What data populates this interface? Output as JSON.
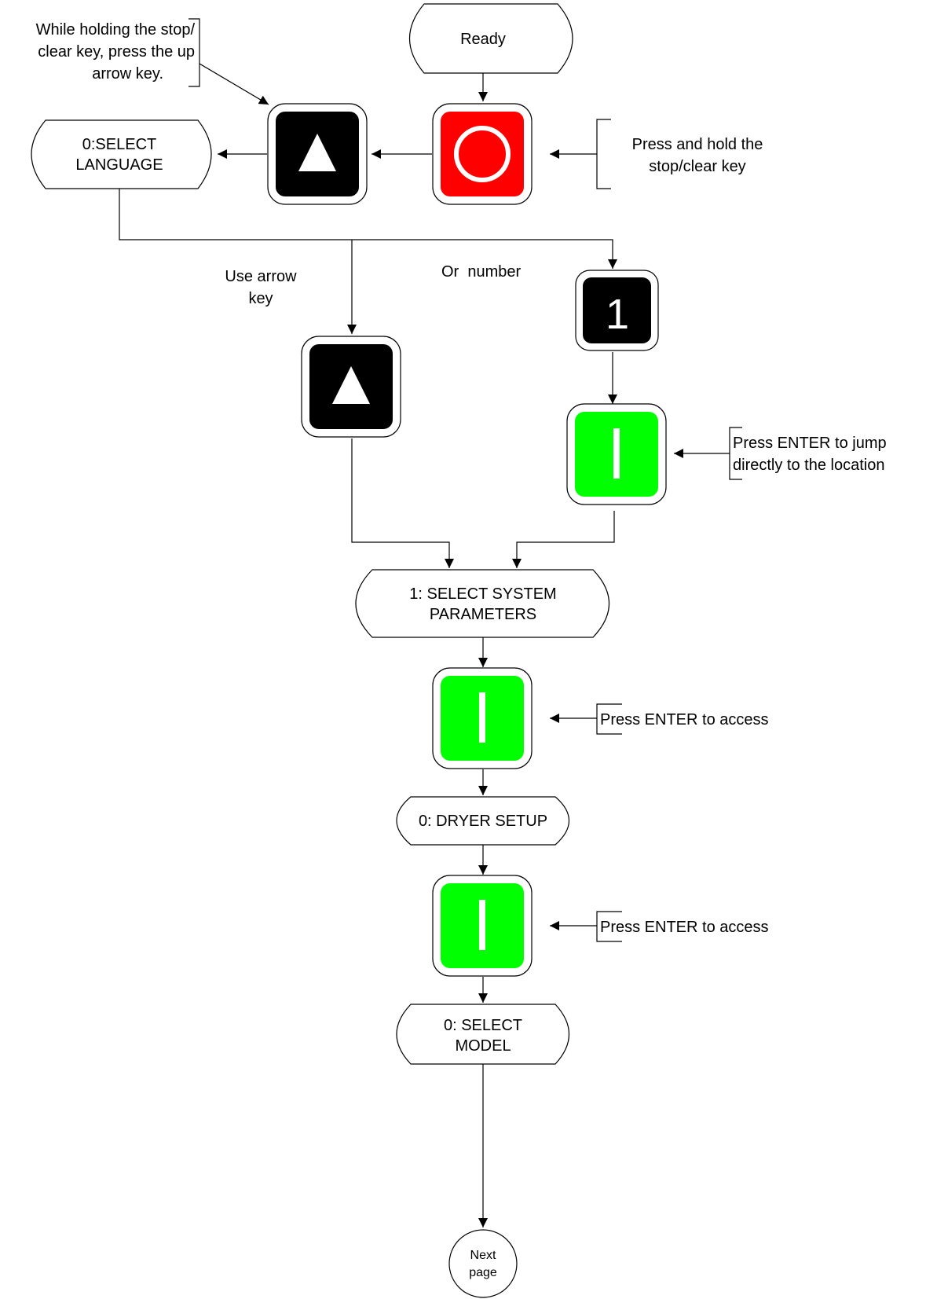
{
  "nodes": {
    "ready": "Ready",
    "select_language": [
      "0:SELECT",
      "LANGUAGE"
    ],
    "select_system_parameters": [
      "1: SELECT SYSTEM",
      "PARAMETERS"
    ],
    "dryer_setup": "0: DRYER SETUP",
    "select_model": [
      "0: SELECT",
      "MODEL"
    ],
    "next_page": [
      "Next",
      "page"
    ]
  },
  "keys": {
    "number_key_label": "1"
  },
  "notes": {
    "hold_up_arrow": [
      "While holding the stop/",
      "clear key, press the up",
      "arrow key."
    ],
    "press_hold_stop": [
      "Press and hold the",
      "stop/clear key"
    ],
    "use_arrow_key": [
      "Use arrow",
      "key"
    ],
    "or_number": "Or  number",
    "press_enter_jump": [
      "Press ENTER to jump",
      "directly to the location"
    ],
    "press_enter_access_1": "Press ENTER to access",
    "press_enter_access_2": "Press ENTER to access"
  },
  "colors": {
    "stop_key": "#ff0000",
    "enter_key": "#00ff00",
    "arrow_key": "#000000"
  }
}
